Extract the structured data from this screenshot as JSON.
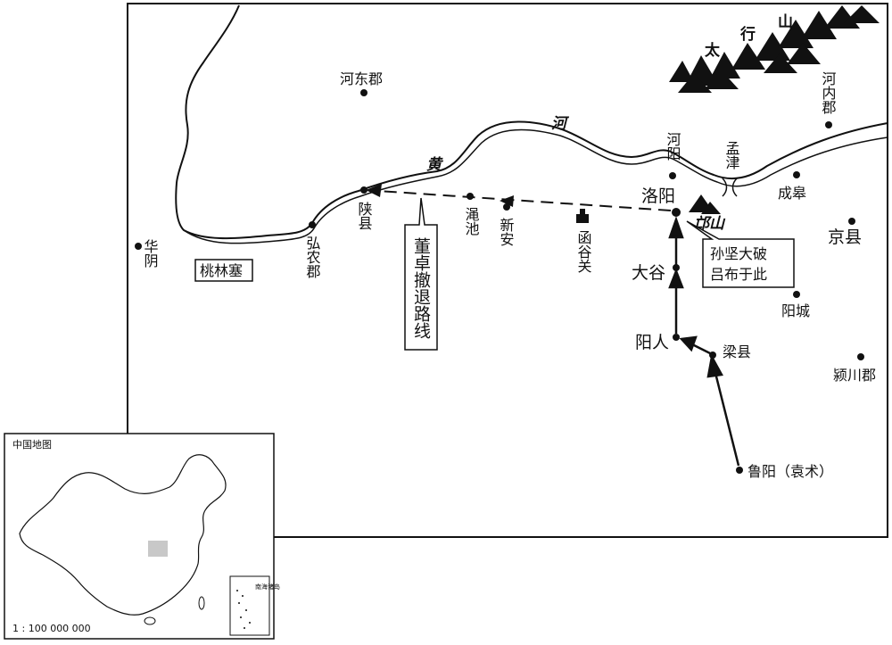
{
  "map": {
    "river_label_1": "黄",
    "river_label_2": "河",
    "mountain_taihang_1": "太",
    "mountain_taihang_2": "行",
    "mountain_taihang_3": "山",
    "mountain_mangshan": "邙山",
    "places": {
      "hedong": "河东郡",
      "henei": "河内郡",
      "heyang": "河阳",
      "mengjin": "孟津",
      "chenggao": "成皋",
      "luoyang": "洛阳",
      "jingxian": "京县",
      "mianchi": "渑池",
      "xinan": "新安",
      "hanguguan": "函谷关",
      "shanxian": "陕县",
      "hongnong": "弘农郡",
      "huayin": "华阴",
      "taolinsai": "桃林塞",
      "dagu": "大谷",
      "yangcheng": "阳城",
      "yangren": "阳人",
      "liangxian": "梁县",
      "yingchuan": "颍川郡",
      "luyang": "鲁阳（袁术）"
    },
    "annotations": {
      "dongzhuo_retreat": "董卓撤退路线",
      "sunjian_victory_line1": "孙坚大破",
      "sunjian_victory_line2": "吕布于此"
    }
  },
  "inset": {
    "title": "中国地图",
    "scale": "1 : 100 000 000",
    "south_sea_label": "南海诸岛"
  },
  "colors": {
    "line": "#111111",
    "highlight": "#c8c8c8",
    "background": "#ffffff"
  }
}
